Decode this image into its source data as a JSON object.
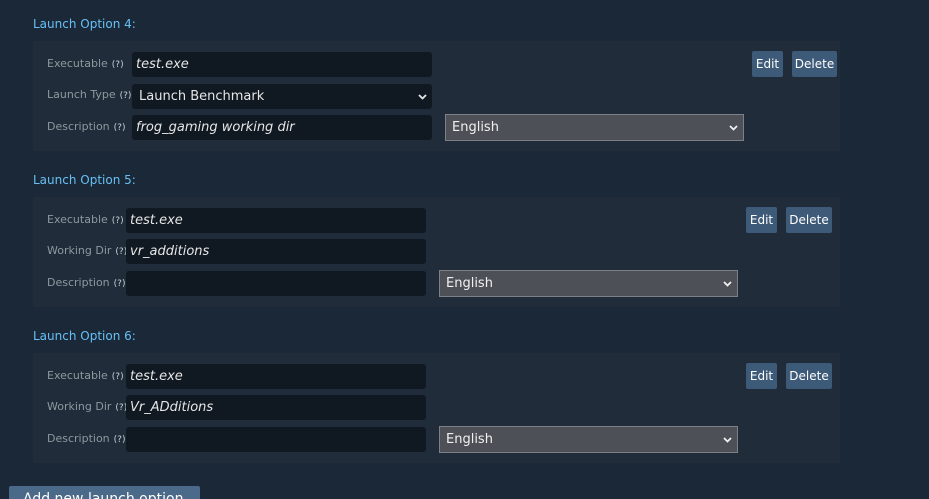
{
  "help_marker": "(?)",
  "language_default": "English",
  "options": [
    {
      "title": "Launch Option 4:",
      "executable_label": "Executable",
      "executable": "test.exe",
      "second_label": "Launch Type",
      "second_value": "Launch Benchmark",
      "description_label": "Description",
      "description": "frog_gaming working dir",
      "language": "English",
      "edit_label": "Edit",
      "delete_label": "Delete"
    },
    {
      "title": "Launch Option 5:",
      "executable_label": "Executable",
      "executable": "test.exe",
      "second_label": "Working Dir",
      "second_value": "vr_additions",
      "description_label": "Description",
      "description": "",
      "language": "English",
      "edit_label": "Edit",
      "delete_label": "Delete"
    },
    {
      "title": "Launch Option 6:",
      "executable_label": "Executable",
      "executable": "test.exe",
      "second_label": "Working Dir",
      "second_value": "Vr_ADditions",
      "description_label": "Description",
      "description": "",
      "language": "English",
      "edit_label": "Edit",
      "delete_label": "Delete"
    }
  ],
  "add_button_label": "Add new launch option",
  "icons": {
    "dropdown": "chevron-down-icon"
  },
  "colors": {
    "background": "#1b2838",
    "panel": "#202c3a",
    "title": "#66c0f4",
    "button": "#3d5a78"
  }
}
